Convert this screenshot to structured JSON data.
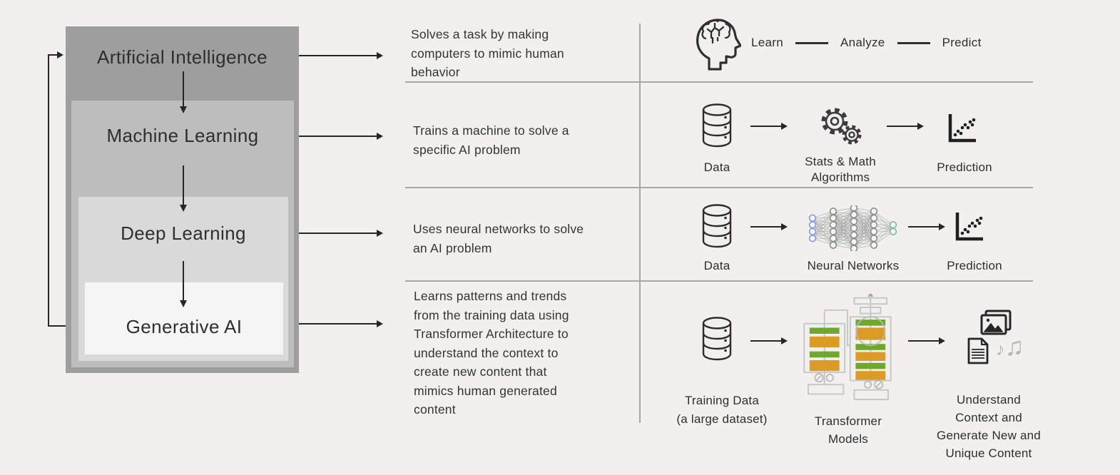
{
  "colors": {
    "background": "#f1f0ee",
    "level_fills": [
      "#9e9e9e",
      "#bdbdbd",
      "#d9d9d9",
      "#f5f5f5"
    ],
    "divider": "#a5a5a5",
    "arrow": "#262626",
    "text": "#2e2e2e",
    "transformer_green": "#6fa82c",
    "transformer_orange": "#dc9b26",
    "nn_input_blue": "#7d9ce0",
    "nn_output_green": "#76bd98",
    "music_grey": "#b5b5b5"
  },
  "hierarchy": {
    "levels": [
      {
        "label": "Artificial Intelligence",
        "fill": "#9e9e9e"
      },
      {
        "label": "Machine Learning",
        "fill": "#bdbdbd"
      },
      {
        "label": "Deep Learning",
        "fill": "#d9d9d9"
      },
      {
        "label": "Generative AI",
        "fill": "#f5f5f5"
      }
    ]
  },
  "rows": [
    {
      "description": "Solves a task by making\ncomputers to mimic human\nbehavior",
      "flow": {
        "icon": "head-brain",
        "steps": [
          "Learn",
          "Analyze",
          "Predict"
        ]
      }
    },
    {
      "description": "Trains a machine to solve a\nspecific AI problem",
      "flow": {
        "steps": [
          {
            "icon": "database",
            "label": "Data"
          },
          {
            "icon": "gears",
            "label": "Stats & Math\nAlgorithms"
          },
          {
            "icon": "scatter-chart",
            "label": "Prediction"
          }
        ]
      }
    },
    {
      "description": "Uses neural networks to solve\nan AI problem",
      "flow": {
        "steps": [
          {
            "icon": "database",
            "label": "Data"
          },
          {
            "icon": "neural-network",
            "label": "Neural Networks"
          },
          {
            "icon": "scatter-chart",
            "label": "Prediction"
          }
        ]
      }
    },
    {
      "description": "Learns patterns and trends\nfrom the training data using\nTransformer Architecture to\nunderstand the context to\ncreate new content that\nmimics human generated\ncontent",
      "flow": {
        "steps": [
          {
            "icon": "database",
            "label": "Training Data\n(a large dataset)"
          },
          {
            "icon": "transformer",
            "label": "Transformer\nModels"
          },
          {
            "icon": "generated-content",
            "label": "Understand\nContext and\nGenerate New and\nUnique Content"
          }
        ]
      }
    }
  ],
  "icons": {
    "music_note_small": "♪",
    "music_note_large": "♫"
  }
}
